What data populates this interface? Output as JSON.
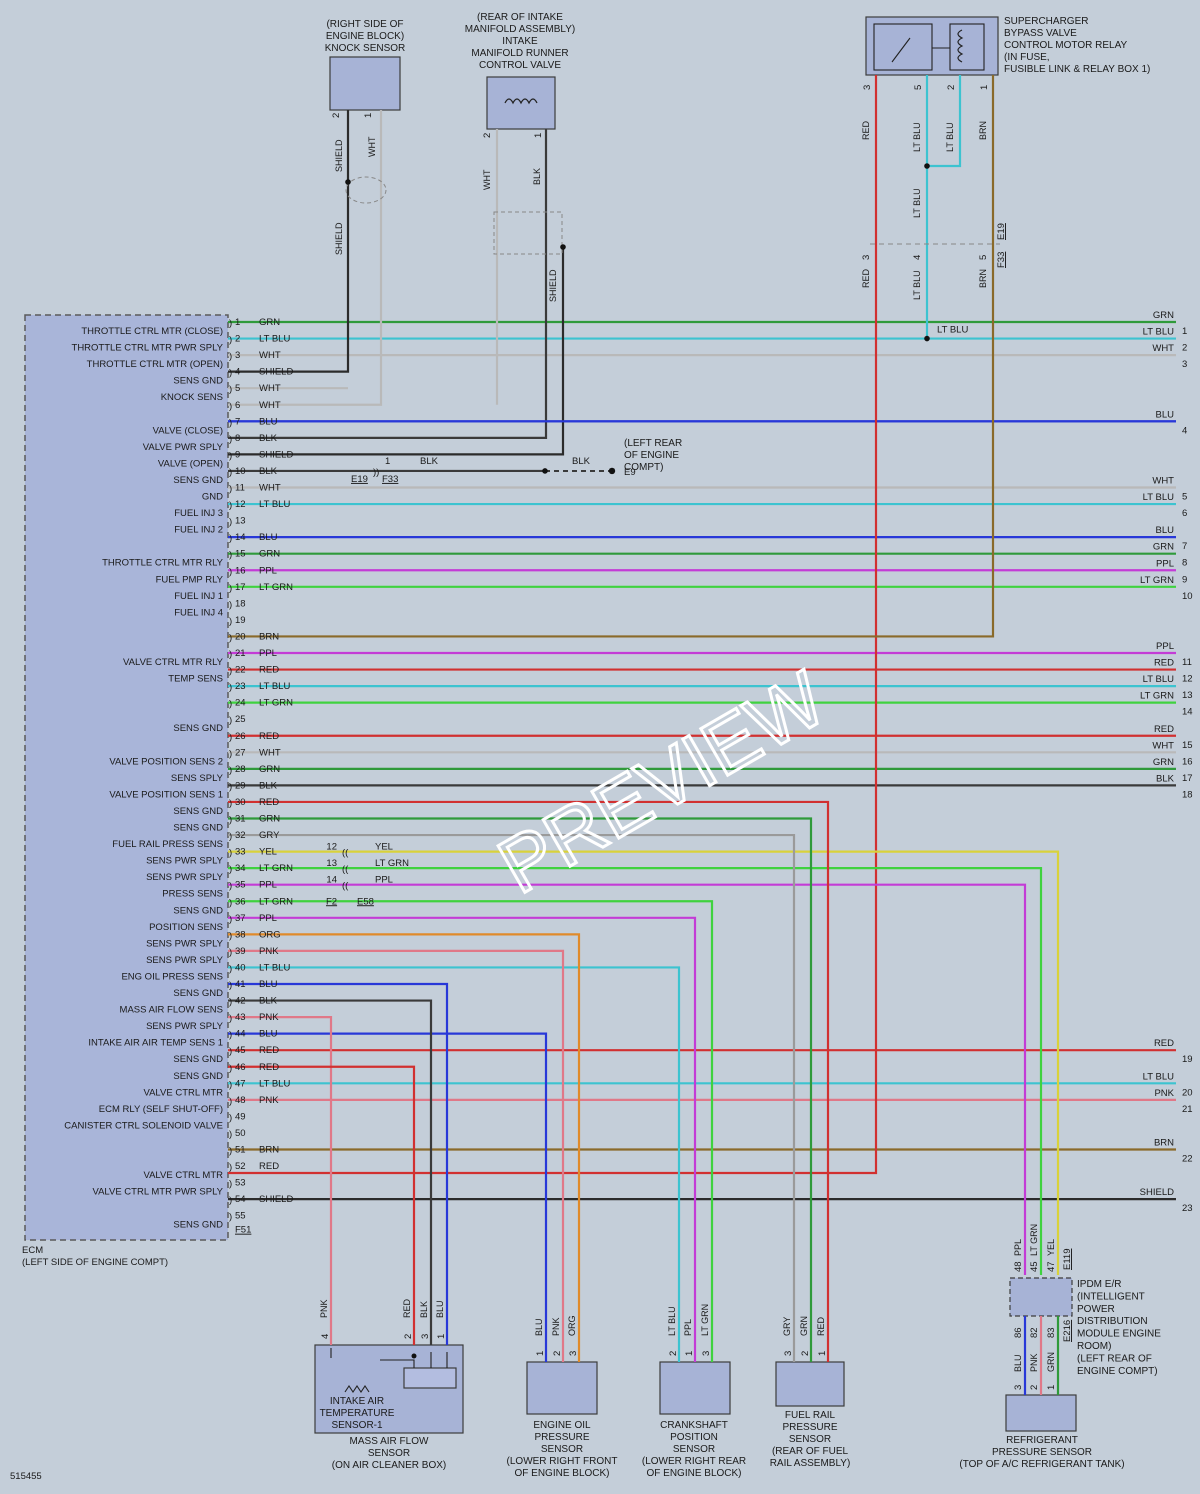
{
  "doc_id": "515455",
  "colors": {
    "GRN": "#2f9a3a",
    "LT BLU": "#3cc3d0",
    "WHT": "#b9b9b9",
    "SHIELD": "#2b2b2b",
    "BLU": "#2838d8",
    "BLK": "#3a3a3a",
    "PPL": "#c33cd6",
    "LT GRN": "#3fd23f",
    "BRN": "#8a6a2a",
    "RED": "#d13030",
    "GRY": "#9a9a9a",
    "YEL": "#d9d23a",
    "ORG": "#e08a2a",
    "PNK": "#e07888"
  },
  "ecm": {
    "name": "ECM",
    "location": "(LEFT SIDE OF ENGINE COMPT)",
    "connector": "F51",
    "pins": [
      {
        "n": "1",
        "color": "GRN",
        "func": "THROTTLE CTRL MTR (CLOSE)"
      },
      {
        "n": "2",
        "color": "LT BLU",
        "func": "THROTTLE CTRL MTR PWR SPLY"
      },
      {
        "n": "3",
        "color": "WHT",
        "func": "THROTTLE CTRL MTR (OPEN)"
      },
      {
        "n": "4",
        "color": "SHIELD",
        "func": "SENS GND"
      },
      {
        "n": "5",
        "color": "WHT",
        "func": "KNOCK SENS"
      },
      {
        "n": "6",
        "color": "WHT",
        "func": ""
      },
      {
        "n": "7",
        "color": "BLU",
        "func": "VALVE (CLOSE)"
      },
      {
        "n": "8",
        "color": "BLK",
        "func": "VALVE PWR SPLY"
      },
      {
        "n": "9",
        "color": "SHIELD",
        "func": "VALVE (OPEN)"
      },
      {
        "n": "10",
        "color": "BLK",
        "func": "SENS GND"
      },
      {
        "n": "11",
        "color": "WHT",
        "func": "GND"
      },
      {
        "n": "12",
        "color": "LT BLU",
        "func": "FUEL INJ 3"
      },
      {
        "n": "13",
        "color": "",
        "func": "FUEL INJ 2"
      },
      {
        "n": "14",
        "color": "BLU",
        "func": ""
      },
      {
        "n": "15",
        "color": "GRN",
        "func": "THROTTLE CTRL MTR RLY"
      },
      {
        "n": "16",
        "color": "PPL",
        "func": "FUEL PMP RLY"
      },
      {
        "n": "17",
        "color": "LT GRN",
        "func": "FUEL INJ 1"
      },
      {
        "n": "18",
        "color": "",
        "func": "FUEL INJ 4"
      },
      {
        "n": "19",
        "color": "",
        "func": ""
      },
      {
        "n": "20",
        "color": "BRN",
        "func": ""
      },
      {
        "n": "21",
        "color": "PPL",
        "func": "VALVE CTRL MTR RLY"
      },
      {
        "n": "22",
        "color": "RED",
        "func": "TEMP SENS"
      },
      {
        "n": "23",
        "color": "LT BLU",
        "func": ""
      },
      {
        "n": "24",
        "color": "LT GRN",
        "func": ""
      },
      {
        "n": "25",
        "color": "",
        "func": "SENS GND"
      },
      {
        "n": "26",
        "color": "RED",
        "func": ""
      },
      {
        "n": "27",
        "color": "WHT",
        "func": "VALVE POSITION SENS 2"
      },
      {
        "n": "28",
        "color": "GRN",
        "func": "SENS SPLY"
      },
      {
        "n": "29",
        "color": "BLK",
        "func": "VALVE POSITION SENS 1"
      },
      {
        "n": "30",
        "color": "RED",
        "func": "SENS GND"
      },
      {
        "n": "31",
        "color": "GRN",
        "func": "SENS GND"
      },
      {
        "n": "32",
        "color": "GRY",
        "func": "FUEL RAIL PRESS SENS"
      },
      {
        "n": "33",
        "color": "YEL",
        "func": "SENS PWR SPLY"
      },
      {
        "n": "34",
        "color": "LT GRN",
        "func": "SENS PWR SPLY"
      },
      {
        "n": "35",
        "color": "PPL",
        "func": "PRESS SENS"
      },
      {
        "n": "36",
        "color": "LT GRN",
        "func": "SENS GND"
      },
      {
        "n": "37",
        "color": "PPL",
        "func": "POSITION SENS"
      },
      {
        "n": "38",
        "color": "ORG",
        "func": "SENS PWR SPLY"
      },
      {
        "n": "39",
        "color": "PNK",
        "func": "SENS PWR SPLY"
      },
      {
        "n": "40",
        "color": "LT BLU",
        "func": "ENG OIL PRESS SENS"
      },
      {
        "n": "41",
        "color": "BLU",
        "func": "SENS GND"
      },
      {
        "n": "42",
        "color": "BLK",
        "func": "MASS AIR FLOW SENS"
      },
      {
        "n": "43",
        "color": "PNK",
        "func": "SENS PWR SPLY"
      },
      {
        "n": "44",
        "color": "BLU",
        "func": "INTAKE AIR AIR TEMP SENS 1"
      },
      {
        "n": "45",
        "color": "RED",
        "func": "SENS GND"
      },
      {
        "n": "46",
        "color": "RED",
        "func": "SENS GND"
      },
      {
        "n": "47",
        "color": "LT BLU",
        "func": "VALVE CTRL MTR"
      },
      {
        "n": "48",
        "color": "PNK",
        "func": "ECM RLY (SELF SHUT-OFF)"
      },
      {
        "n": "49",
        "color": "",
        "func": "CANISTER CTRL SOLENOID VALVE"
      },
      {
        "n": "50",
        "color": "",
        "func": ""
      },
      {
        "n": "51",
        "color": "BRN",
        "func": ""
      },
      {
        "n": "52",
        "color": "RED",
        "func": "VALVE CTRL MTR"
      },
      {
        "n": "53",
        "color": "",
        "func": "VALVE CTRL MTR PWR SPLY"
      },
      {
        "n": "54",
        "color": "SHIELD",
        "func": ""
      },
      {
        "n": "55",
        "color": "",
        "func": "SENS GND"
      }
    ]
  },
  "right_exits": [
    {
      "pin": "1",
      "label": "GRN",
      "idx": "1"
    },
    {
      "pin": "2",
      "label": "LT BLU",
      "idx": "2"
    },
    {
      "pin": "3",
      "label": "WHT",
      "idx": "3"
    },
    {
      "pin": "7",
      "label": "BLU",
      "idx": "4"
    },
    {
      "pin": "11",
      "label": "WHT",
      "idx": "5"
    },
    {
      "pin": "12",
      "label": "LT BLU",
      "idx": "6"
    },
    {
      "pin": "14",
      "label": "BLU",
      "idx": "7"
    },
    {
      "pin": "15",
      "label": "GRN",
      "idx": "8"
    },
    {
      "pin": "16",
      "label": "PPL",
      "idx": "9"
    },
    {
      "pin": "17",
      "label": "LT GRN",
      "idx": "10"
    },
    {
      "pin": "21",
      "label": "PPL",
      "idx": "11"
    },
    {
      "pin": "22",
      "label": "RED",
      "idx": "12"
    },
    {
      "pin": "23",
      "label": "LT BLU",
      "idx": "13"
    },
    {
      "pin": "24",
      "label": "LT GRN",
      "idx": "14"
    },
    {
      "pin": "26",
      "label": "RED",
      "idx": "15"
    },
    {
      "pin": "27",
      "label": "WHT",
      "idx": "16"
    },
    {
      "pin": "28",
      "label": "GRN",
      "idx": "17"
    },
    {
      "pin": "29",
      "label": "BLK",
      "idx": "18"
    },
    {
      "pin": "45",
      "label": "RED",
      "idx": "19"
    },
    {
      "pin": "47",
      "label": "LT BLU",
      "idx": "20"
    },
    {
      "pin": "48",
      "label": "PNK",
      "idx": "21"
    },
    {
      "pin": "51",
      "label": "BRN",
      "idx": "22"
    },
    {
      "pin": "54",
      "label": "SHIELD",
      "idx": "23"
    }
  ],
  "components": {
    "knock": {
      "lines": [
        "(RIGHT SIDE OF",
        "ENGINE BLOCK)",
        "KNOCK SENSOR"
      ],
      "pins": [
        "2",
        "1"
      ],
      "wires": [
        "SHIELD",
        "WHT"
      ],
      "shield_label": "SHIELD"
    },
    "imrc": {
      "lines": [
        "(REAR OF INTAKE",
        "MANIFOLD ASSEMBLY)",
        "INTAKE",
        "MANIFOLD RUNNER",
        "CONTROL VALVE"
      ],
      "pins": [
        "2",
        "1"
      ],
      "wires": [
        "WHT",
        "BLK"
      ],
      "shield_label": "SHIELD"
    },
    "relay": {
      "lines": [
        "SUPERCHARGER",
        "BYPASS VALVE",
        "CONTROL MOTOR RELAY",
        "(IN FUSE,",
        "FUSIBLE LINK & RELAY BOX 1)"
      ],
      "pins": [
        "3",
        "5",
        "2",
        "1"
      ],
      "wires": [
        "RED",
        "LT BLU",
        "LT BLU",
        "BRN"
      ],
      "lower_pins": [
        "3",
        "4",
        "5"
      ],
      "lower_wires": [
        "RED",
        "LT BLU",
        "BRN"
      ],
      "conn_a": "E19",
      "conn_b": "F33",
      "joint_label": "LT BLU"
    },
    "ground": {
      "lines": [
        "(LEFT REAR",
        "OF ENGINE",
        "COMPT)"
      ],
      "point": "E9",
      "pin": "1",
      "wire_a": "BLK",
      "wire_b": "BLK",
      "conn_a": "E19",
      "conn_b": "F33"
    },
    "inline": {
      "pins": [
        "12",
        "13",
        "14"
      ],
      "wires": [
        "YEL",
        "LT GRN",
        "PPL"
      ],
      "conn_a": "F2",
      "conn_b": "E58"
    },
    "maf": {
      "inner": [
        "INTAKE AIR",
        "TEMPERATURE",
        "SENSOR-1"
      ],
      "lines": [
        "MASS AIR FLOW",
        "SENSOR",
        "(ON AIR CLEANER BOX)"
      ],
      "pins": [
        "4",
        "2",
        "3",
        "1"
      ],
      "wires": [
        "PNK",
        "RED",
        "BLK",
        "BLU"
      ]
    },
    "oil": {
      "lines": [
        "ENGINE OIL",
        "PRESSURE",
        "SENSOR",
        "(LOWER RIGHT FRONT",
        "OF ENGINE BLOCK)"
      ],
      "pins": [
        "1",
        "2",
        "3"
      ],
      "wires": [
        "BLU",
        "PNK",
        "ORG"
      ]
    },
    "crank": {
      "lines": [
        "CRANKSHAFT",
        "POSITION",
        "SENSOR",
        "(LOWER RIGHT REAR",
        "OF ENGINE BLOCK)"
      ],
      "pins": [
        "2",
        "1",
        "3"
      ],
      "wires": [
        "LT BLU",
        "PPL",
        "LT GRN"
      ]
    },
    "fuel": {
      "lines": [
        "FUEL RAIL",
        "PRESSURE",
        "SENSOR",
        "(REAR OF FUEL",
        "RAIL ASSEMBLY)"
      ],
      "pins": [
        "3",
        "2",
        "1"
      ],
      "wires": [
        "GRY",
        "GRN",
        "RED"
      ]
    },
    "ipdm": {
      "lines": [
        "IPDM E/R",
        "(INTELLIGENT",
        "POWER",
        "DISTRIBUTION",
        "MODULE ENGINE",
        "ROOM)",
        "(LEFT REAR OF",
        "ENGINE COMPT)"
      ],
      "upper_pins": [
        "48",
        "45",
        "47"
      ],
      "upper_wires": [
        "PPL",
        "LT GRN",
        "YEL"
      ],
      "lower_pins": [
        "86",
        "82",
        "83"
      ],
      "lower_wires": [
        "BLU",
        "PNK",
        "GRN"
      ],
      "conn_up": "E119",
      "conn_dn": "E216"
    },
    "refrig": {
      "lines": [
        "REFRIGERANT",
        "PRESSURE SENSOR",
        "(TOP OF A/C REFRIGERANT TANK)"
      ],
      "pins": [
        "3",
        "2",
        "1"
      ]
    }
  },
  "watermark": "PREVIEW"
}
